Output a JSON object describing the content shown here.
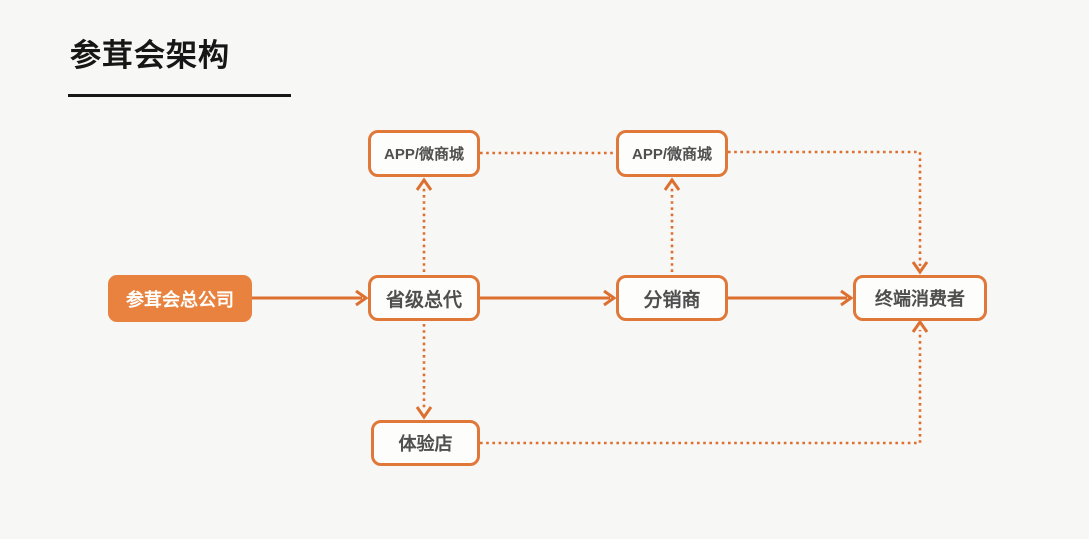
{
  "page": {
    "title": "参茸会架构"
  },
  "colors": {
    "accent_orange": "#dd7030",
    "box_border_orange": "#e0783a",
    "box_fill_orange": "#e8823e",
    "box_fill_white": "#fdfdfc",
    "node_text_gray": "#4f4f4f",
    "title_black": "#161616",
    "background": "#f7f7f5"
  },
  "diagram": {
    "nodes": [
      {
        "id": "hq",
        "label": "参茸会总公司",
        "style": "filled"
      },
      {
        "id": "provincial-agent",
        "label": "省级总代",
        "style": "outlined"
      },
      {
        "id": "distributor",
        "label": "分销商",
        "style": "outlined"
      },
      {
        "id": "end-consumer",
        "label": "终端消费者",
        "style": "outlined"
      },
      {
        "id": "app-mall-1",
        "label": "APP/微商城",
        "style": "outlined"
      },
      {
        "id": "app-mall-2",
        "label": "APP/微商城",
        "style": "outlined"
      },
      {
        "id": "experience-store",
        "label": "体验店",
        "style": "outlined"
      }
    ],
    "edges": [
      {
        "from": "hq",
        "to": "provincial-agent",
        "style": "solid",
        "arrow": "forward"
      },
      {
        "from": "provincial-agent",
        "to": "distributor",
        "style": "solid",
        "arrow": "forward"
      },
      {
        "from": "distributor",
        "to": "end-consumer",
        "style": "solid",
        "arrow": "forward"
      },
      {
        "from": "provincial-agent",
        "to": "app-mall-1",
        "style": "dotted",
        "arrow": "forward"
      },
      {
        "from": "distributor",
        "to": "app-mall-2",
        "style": "dotted",
        "arrow": "forward"
      },
      {
        "from": "provincial-agent",
        "to": "experience-store",
        "style": "dotted",
        "arrow": "forward"
      },
      {
        "from": "app-mall-1",
        "to": "app-mall-2",
        "style": "dotted",
        "arrow": "none"
      },
      {
        "from": "app-mall-2",
        "to": "end-consumer",
        "style": "dotted",
        "arrow": "forward"
      },
      {
        "from": "experience-store",
        "to": "end-consumer",
        "style": "dotted",
        "arrow": "forward"
      }
    ]
  }
}
